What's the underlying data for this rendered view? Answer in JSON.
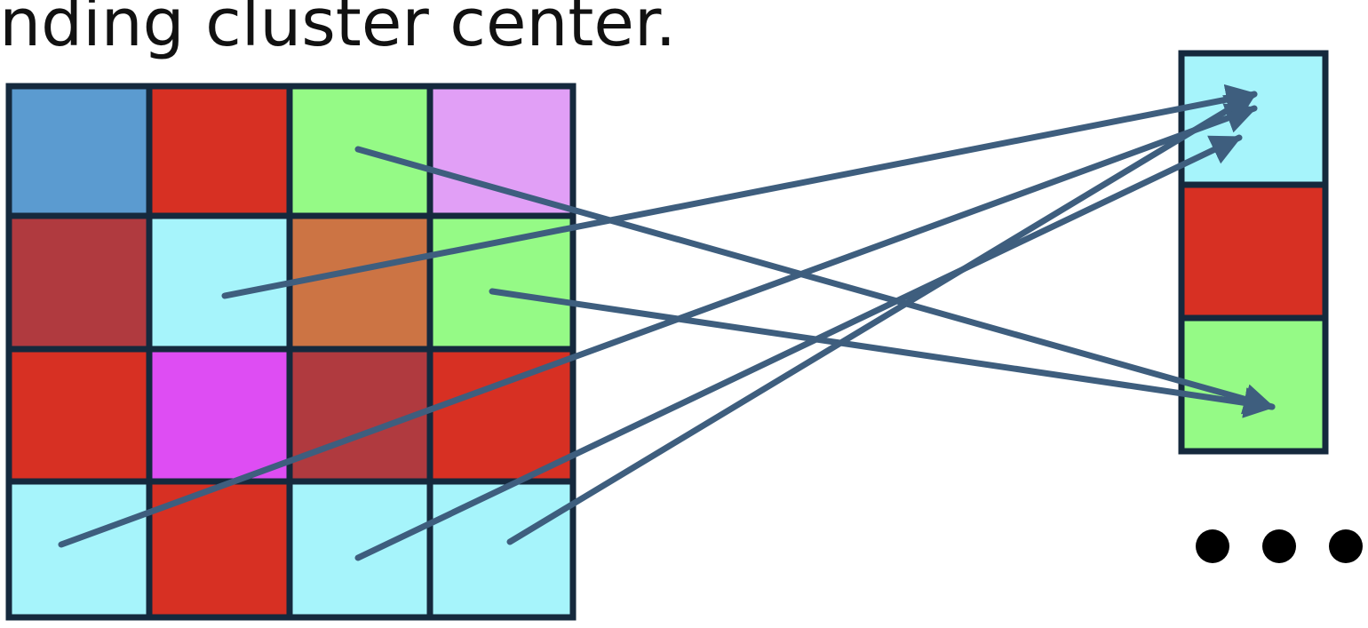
{
  "caption": "onding cluster center.",
  "colors": {
    "blue": "#5b9bd0",
    "red": "#d73023",
    "green": "#95fa86",
    "lavender": "#e19ff6",
    "maroon": "#b03a3f",
    "cyan": "#a6f4fb",
    "orange": "#cc7444",
    "magenta": "#de4df3",
    "border": "#15293d",
    "arrow": "#3e5e7e",
    "dot": "#000000"
  },
  "grid": [
    [
      "blue",
      "red",
      "green",
      "lavender"
    ],
    [
      "maroon",
      "cyan",
      "orange",
      "green"
    ],
    [
      "red",
      "magenta",
      "maroon",
      "red"
    ],
    [
      "cyan",
      "red",
      "cyan",
      "cyan"
    ]
  ],
  "cluster_centers": [
    "cyan",
    "red",
    "green"
  ],
  "assignments": [
    {
      "row": 0,
      "col": 2,
      "center": 2
    },
    {
      "row": 1,
      "col": 1,
      "center": 0
    },
    {
      "row": 1,
      "col": 3,
      "center": 2
    },
    {
      "row": 3,
      "col": 0,
      "center": 0
    },
    {
      "row": 3,
      "col": 2,
      "center": 0
    },
    {
      "row": 3,
      "col": 3,
      "center": 0
    }
  ],
  "continuation": "ellipsis-dots"
}
